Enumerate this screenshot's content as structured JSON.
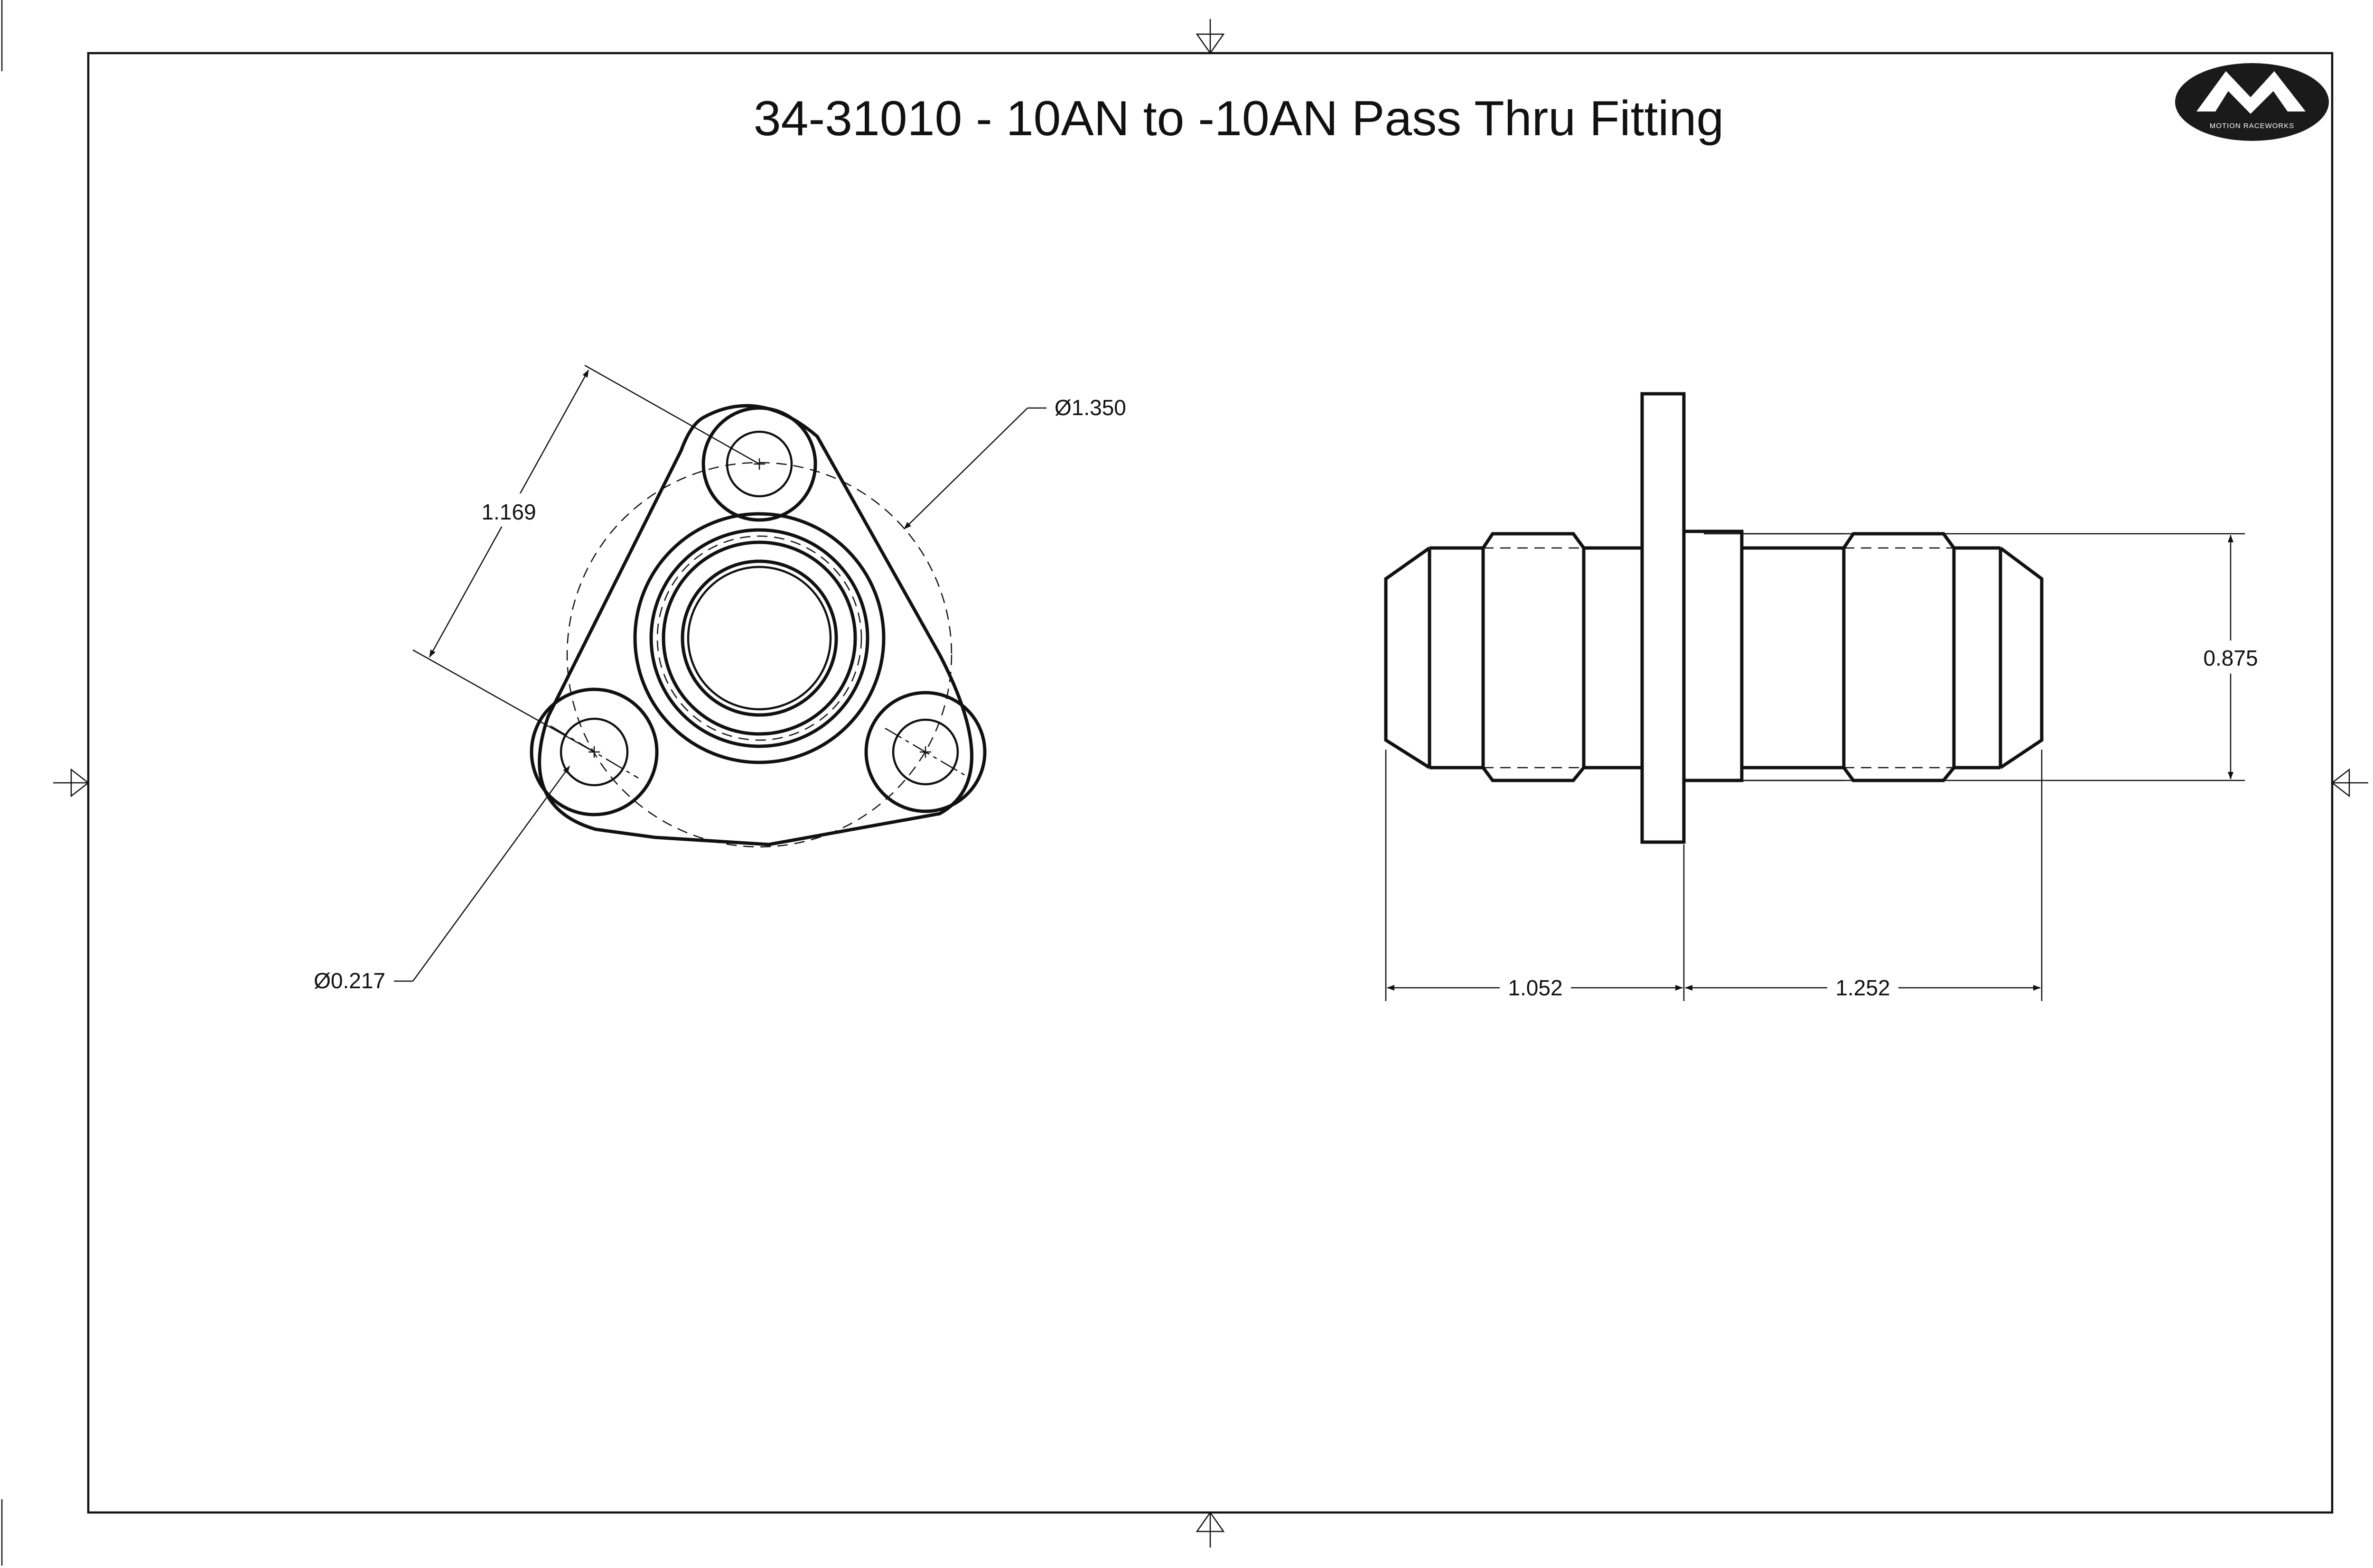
{
  "title": "34-31010 - 10AN to -10AN Pass Thru Fitting",
  "logo": {
    "text": "MOTION RACEWORKS",
    "mark": "M",
    "color": "#1a1a1a"
  },
  "views": {
    "front": {
      "bolt_circle_diameter": "Ø1.350",
      "hole_spacing": "1.169",
      "hole_diameter": "Ø0.217"
    },
    "side": {
      "thread_diameter": "0.875",
      "left_length": "1.052",
      "right_length": "1.252"
    }
  }
}
